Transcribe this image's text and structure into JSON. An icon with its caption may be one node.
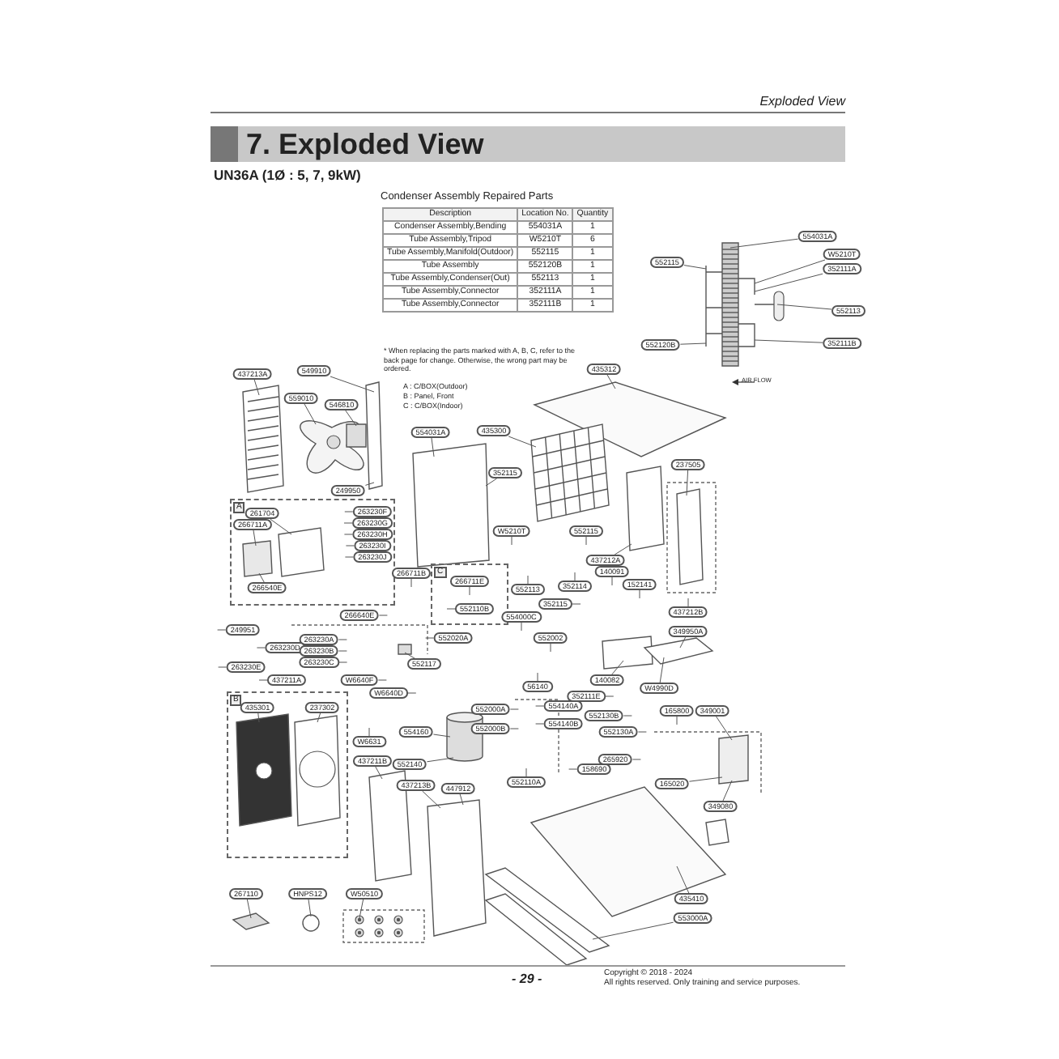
{
  "diagram": {
    "title": "7. Exploded View",
    "nodes": [
      {
        "text": [
          "554031A"
        ]
      },
      {
        "text": [
          "W5210T"
        ]
      },
      {
        "text": [
          "552115"
        ]
      },
      {
        "text": [
          "352111A"
        ]
      },
      {
        "text": [
          "552113"
        ]
      },
      {
        "text": [
          "552120B"
        ]
      },
      {
        "text": [
          "352111B"
        ]
      },
      {
        "text": [
          "549910"
        ]
      },
      {
        "text": [
          "437213A"
        ]
      },
      {
        "text": [
          "559010"
        ]
      },
      {
        "text": [
          "546810"
        ]
      },
      {
        "text": [
          "435312"
        ]
      },
      {
        "text": [
          "554031A"
        ]
      },
      {
        "text": [
          "435300"
        ]
      },
      {
        "text": [
          "237505"
        ]
      },
      {
        "text": [
          "249950"
        ]
      },
      {
        "text": [
          "352115"
        ]
      },
      {
        "text": [
          "A"
        ]
      },
      {
        "text": [
          "261704"
        ],
        "in": 17
      },
      {
        "text": [
          "263230F"
        ],
        "in": 17
      },
      {
        "text": [
          "266711A"
        ],
        "in": 17
      },
      {
        "text": [
          "263230G"
        ],
        "in": 17
      },
      {
        "text": [
          "263230H"
        ],
        "in": 17
      },
      {
        "text": [
          "263230I"
        ],
        "in": 17
      },
      {
        "text": [
          "263230J"
        ],
        "in": 17
      },
      {
        "text": [
          "266540E"
        ],
        "in": 17
      },
      {
        "text": [
          "W5210T"
        ]
      },
      {
        "text": [
          "552115"
        ]
      },
      {
        "text": [
          "437212A"
        ]
      },
      {
        "text": [
          "140091"
        ]
      },
      {
        "text": [
          "152141"
        ]
      },
      {
        "text": [
          "266711B"
        ]
      },
      {
        "text": [
          "C"
        ]
      },
      {
        "text": [
          "266711E"
        ],
        "in": 32
      },
      {
        "text": [
          "266640E"
        ]
      },
      {
        "text": [
          "552110B"
        ],
        "in": 32
      },
      {
        "text": [
          "552113"
        ]
      },
      {
        "text": [
          "352114"
        ]
      },
      {
        "text": [
          "352115"
        ]
      },
      {
        "text": [
          "554000C"
        ]
      },
      {
        "text": [
          "437212B"
        ]
      },
      {
        "text": [
          "552002"
        ]
      },
      {
        "text": [
          "349950A"
        ]
      },
      {
        "text": [
          "552020A"
        ]
      },
      {
        "text": [
          "249951"
        ]
      },
      {
        "text": [
          "263230A"
        ]
      },
      {
        "text": [
          "263230D"
        ]
      },
      {
        "text": [
          "263230B"
        ]
      },
      {
        "text": [
          "263230E"
        ]
      },
      {
        "text": [
          "263230C"
        ]
      },
      {
        "text": [
          "W6640F"
        ]
      },
      {
        "text": [
          "552117"
        ]
      },
      {
        "text": [
          "437211A"
        ]
      },
      {
        "text": [
          "W6640D"
        ]
      },
      {
        "text": [
          "140082"
        ]
      },
      {
        "text": [
          "56140"
        ]
      },
      {
        "text": [
          "352111E"
        ]
      },
      {
        "text": [
          "W4990D"
        ]
      },
      {
        "text": [
          "552000A"
        ]
      },
      {
        "text": [
          "554140A"
        ]
      },
      {
        "text": [
          "165800"
        ]
      },
      {
        "text": [
          "349001"
        ]
      },
      {
        "text": [
          "552130B"
        ]
      },
      {
        "text": [
          "552000B"
        ]
      },
      {
        "text": [
          "554140B"
        ]
      },
      {
        "text": [
          "552130A"
        ]
      },
      {
        "text": [
          "B"
        ]
      },
      {
        "text": [
          "237302"
        ],
        "in": 66
      },
      {
        "text": [
          "435301"
        ],
        "in": 66
      },
      {
        "text": [
          "554160"
        ]
      },
      {
        "text": [
          "W6631"
        ]
      },
      {
        "text": [
          "265920"
        ]
      },
      {
        "text": [
          "437211B"
        ]
      },
      {
        "text": [
          "552140"
        ]
      },
      {
        "text": [
          "158690"
        ]
      },
      {
        "text": [
          "552110A"
        ]
      },
      {
        "text": [
          "165020"
        ]
      },
      {
        "text": [
          "437213B"
        ]
      },
      {
        "text": [
          "447912"
        ]
      },
      {
        "text": [
          "349080"
        ]
      },
      {
        "text": [
          "267110"
        ]
      },
      {
        "text": [
          "HNPS12"
        ]
      },
      {
        "text": [
          "W50510"
        ]
      },
      {
        "text": [
          "435410"
        ]
      },
      {
        "text": [
          "553000A"
        ]
      },
      {
        "text": [],
        "shape": "picture"
      },
      {
        "text": [],
        "shape": "picture"
      },
      {
        "text": [],
        "shape": "picture"
      },
      {
        "text": [],
        "shape": "box"
      },
      {
        "text": [],
        "shape": "picture"
      },
      {
        "text": [],
        "shape": "box"
      },
      {
        "text": [],
        "shape": "box"
      },
      {
        "text": [],
        "shape": "box"
      },
      {
        "text": [],
        "shape": "picture"
      },
      {
        "text": [],
        "shape": "box"
      },
      {
        "text": [],
        "shape": "box"
      },
      {
        "text": [],
        "shape": "box",
        "in": 17
      },
      {
        "text": [],
        "shape": "box",
        "in": 17
      },
      {
        "text": [],
        "shape": "cylinder"
      },
      {
        "text": [],
        "shape": "picture",
        "in": 66
      },
      {
        "text": [],
        "shape": "picture",
        "in": 66
      },
      {
        "text": [],
        "shape": "box"
      },
      {
        "text": [],
        "shape": "box"
      },
      {
        "text": [],
        "shape": "box"
      },
      {
        "text": [],
        "shape": "box"
      },
      {
        "text": [],
        "shape": "box"
      },
      {
        "text": [],
        "shape": "box"
      },
      {
        "text": [],
        "shape": "box"
      },
      {
        "text": [],
        "shape": "box"
      },
      {
        "text": [],
        "shape": "circle"
      },
      {
        "text": [],
        "shape": "picture"
      },
      {
        "text": [],
        "shape": "box"
      }
    ],
    "edges": [
      {
        "from": 0,
        "to": 85,
        "arrow": "none"
      },
      {
        "from": 1,
        "to": 86,
        "arrow": "none"
      },
      {
        "from": 2,
        "to": 86,
        "arrow": "none"
      },
      {
        "from": 3,
        "to": 86,
        "arrow": "none"
      },
      {
        "from": 4,
        "to": 86,
        "arrow": "none"
      },
      {
        "from": 5,
        "to": 86,
        "arrow": "none"
      },
      {
        "from": 6,
        "to": 86,
        "arrow": "none"
      },
      {
        "from": 7,
        "to": 88,
        "arrow": "none"
      },
      {
        "from": 8,
        "to": 87,
        "arrow": "none"
      },
      {
        "from": 9,
        "to": 89,
        "arrow": "none"
      },
      {
        "from": 10,
        "to": 90,
        "arrow": "none"
      },
      {
        "from": 11,
        "to": 91,
        "arrow": "none"
      },
      {
        "from": 12,
        "to": 92,
        "arrow": "none"
      },
      {
        "from": 13,
        "to": 93,
        "arrow": "none"
      },
      {
        "from": 14,
        "to": 94,
        "arrow": "none"
      },
      {
        "from": 15,
        "to": 88,
        "arrow": "none"
      },
      {
        "from": 16,
        "to": 92,
        "arrow": "none"
      },
      {
        "from": 18,
        "to": 97,
        "arrow": "none"
      },
      {
        "from": 19,
        "to": null,
        "arrow": "none"
      },
      {
        "from": 20,
        "to": 96,
        "arrow": "none"
      },
      {
        "from": 21,
        "to": null,
        "arrow": "none"
      },
      {
        "from": 22,
        "to": null,
        "arrow": "none"
      },
      {
        "from": 23,
        "to": null,
        "arrow": "none"
      },
      {
        "from": 24,
        "to": null,
        "arrow": "none"
      },
      {
        "from": 25,
        "to": 96,
        "arrow": "none"
      },
      {
        "from": 26,
        "to": null,
        "arrow": "none"
      },
      {
        "from": 27,
        "to": null,
        "arrow": "none"
      },
      {
        "from": 28,
        "to": 95,
        "arrow": "none"
      },
      {
        "from": 29,
        "to": null,
        "arrow": "none"
      },
      {
        "from": 30,
        "to": null,
        "arrow": "none"
      },
      {
        "from": 31,
        "to": null,
        "arrow": "none"
      },
      {
        "from": 33,
        "to": null,
        "arrow": "none"
      },
      {
        "from": 34,
        "to": null,
        "arrow": "none"
      },
      {
        "from": 35,
        "to": null,
        "arrow": "none"
      },
      {
        "from": 36,
        "to": null,
        "arrow": "none"
      },
      {
        "from": 37,
        "to": null,
        "arrow": "none"
      },
      {
        "from": 38,
        "to": null,
        "arrow": "none"
      },
      {
        "from": 39,
        "to": null,
        "arrow": "none"
      },
      {
        "from": 40,
        "to": null,
        "arrow": "none"
      },
      {
        "from": 41,
        "to": null,
        "arrow": "none"
      },
      {
        "from": 42,
        "to": 104,
        "arrow": "none"
      },
      {
        "from": 43,
        "to": null,
        "arrow": "none"
      },
      {
        "from": 44,
        "to": null,
        "arrow": "none"
      },
      {
        "from": 45,
        "to": null,
        "arrow": "none"
      },
      {
        "from": 46,
        "to": null,
        "arrow": "none"
      },
      {
        "from": 47,
        "to": null,
        "arrow": "none"
      },
      {
        "from": 48,
        "to": null,
        "arrow": "none"
      },
      {
        "from": 49,
        "to": null,
        "arrow": "none"
      },
      {
        "from": 50,
        "to": null,
        "arrow": "none"
      },
      {
        "from": 51,
        "to": 111,
        "arrow": "none"
      },
      {
        "from": 52,
        "to": null,
        "arrow": "none"
      },
      {
        "from": 53,
        "to": null,
        "arrow": "none"
      },
      {
        "from": 54,
        "to": 103,
        "arrow": "none"
      },
      {
        "from": 55,
        "to": null,
        "arrow": "none"
      },
      {
        "from": 56,
        "to": null,
        "arrow": "none"
      },
      {
        "from": 57,
        "to": 104,
        "arrow": "none"
      },
      {
        "from": 58,
        "to": null,
        "arrow": "none"
      },
      {
        "from": 59,
        "to": null,
        "arrow": "none"
      },
      {
        "from": 60,
        "to": null,
        "arrow": "none"
      },
      {
        "from": 61,
        "to": 105,
        "arrow": "none"
      },
      {
        "from": 62,
        "to": null,
        "arrow": "none"
      },
      {
        "from": 63,
        "to": null,
        "arrow": "none"
      },
      {
        "from": 64,
        "to": null,
        "arrow": "none"
      },
      {
        "from": 65,
        "to": null,
        "arrow": "none"
      },
      {
        "from": 67,
        "to": 100,
        "arrow": "none"
      },
      {
        "from": 68,
        "to": 99,
        "arrow": "none"
      },
      {
        "from": 69,
        "to": 98,
        "arrow": "none"
      },
      {
        "from": 70,
        "to": null,
        "arrow": "none"
      },
      {
        "from": 71,
        "to": null,
        "arrow": "none"
      },
      {
        "from": 72,
        "to": 101,
        "arrow": "none"
      },
      {
        "from": 73,
        "to": 98,
        "arrow": "none"
      },
      {
        "from": 74,
        "to": null,
        "arrow": "none"
      },
      {
        "from": 75,
        "to": null,
        "arrow": "none"
      },
      {
        "from": 76,
        "to": 105,
        "arrow": "none"
      },
      {
        "from": 77,
        "to": 102,
        "arrow": "none"
      },
      {
        "from": 78,
        "to": 102,
        "arrow": "none"
      },
      {
        "from": 79,
        "to": 105,
        "arrow": "none"
      },
      {
        "from": 80,
        "to": 108,
        "arrow": "none"
      },
      {
        "from": 81,
        "to": 109,
        "arrow": "none"
      },
      {
        "from": 82,
        "to": 110,
        "arrow": "none"
      },
      {
        "from": 83,
        "to": 106,
        "arrow": "none"
      },
      {
        "from": 84,
        "to": 107,
        "arrow": "none"
      }
    ],
    "labels": [
      "Exploded View",
      "UN36A (1Ø : 5, 7, 9kW)",
      "Condenser Assembly Repaired Parts",
      "Description",
      "Location No.",
      "Quantity",
      "Condenser Assembly,Bending",
      "554031A",
      "1",
      "Tube Assembly,Tripod",
      "W5210T",
      "6",
      "Tube Assembly,Manifold(Outdoor)",
      "552115",
      "1",
      "Tube Assembly",
      "552120B",
      "1",
      "Tube Assembly,Condenser(Out)",
      "552113",
      "1",
      "Tube Assembly,Connector",
      "352111A",
      "1",
      "Tube Assembly,Connector",
      "352111B",
      "1",
      "* When replacing the parts marked with A, B, C, refer to the back page for change. Otherwise, the wrong part may be ordered.",
      "A : C/BOX(Outdoor)",
      "B : Panel, Front",
      "C : C/BOX(Indoor)",
      "AIR FLOW",
      "- 29 -",
      "Copyright © 2018 - 2024",
      "All rights reserved. Only training and service purposes."
    ]
  }
}
